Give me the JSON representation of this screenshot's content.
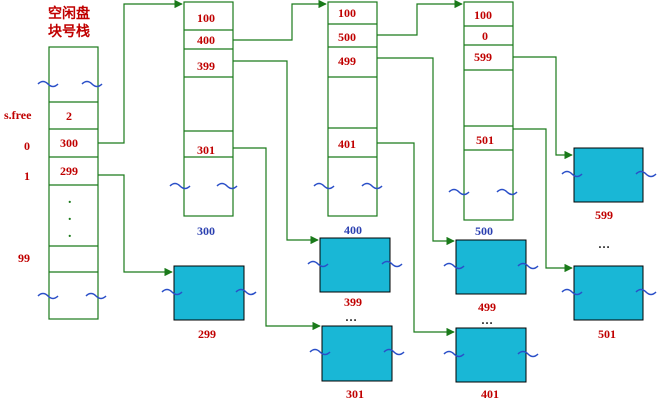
{
  "colors": {
    "line": "#1a7a1a",
    "red_text": "#c00000",
    "blue_text": "#2a3fb0",
    "block_fill": "#19b7d6",
    "block_border": "#000000",
    "squiggle": "#2a4fc8"
  },
  "stack": {
    "title_line1": "空闲盘",
    "title_line2": "块号栈",
    "side_labels": [
      "s.free",
      "0",
      "1",
      "99"
    ],
    "cells": [
      "2",
      "300",
      "299",
      ".",
      ".",
      "."
    ]
  },
  "index_blocks": [
    {
      "top_values": [
        "100",
        "400",
        "399"
      ],
      "lower_value": "301",
      "caption": "300"
    },
    {
      "top_values": [
        "100",
        "500",
        "499"
      ],
      "lower_value": "401",
      "caption": "400"
    },
    {
      "top_values": [
        "100",
        "0",
        "599"
      ],
      "lower_value": "501",
      "caption": "500"
    }
  ],
  "data_blocks": [
    {
      "label": "299"
    },
    {
      "label": "399"
    },
    {
      "label": "301"
    },
    {
      "label": "499"
    },
    {
      "label": "401"
    },
    {
      "label": "599"
    },
    {
      "label": "501"
    }
  ],
  "ellipses": [
    "…",
    "…",
    "…"
  ]
}
